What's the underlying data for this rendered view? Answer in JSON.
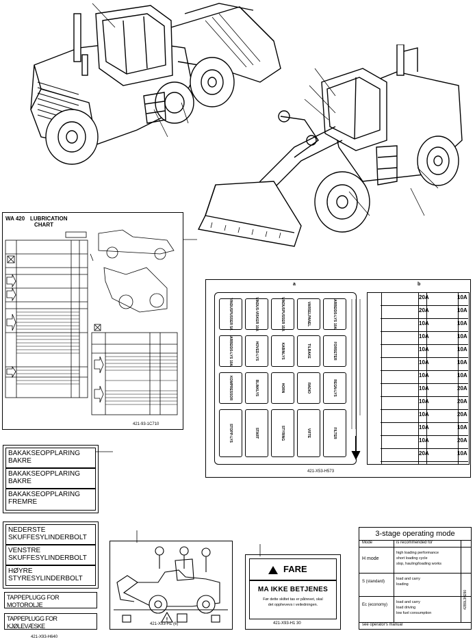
{
  "lubrication_chart": {
    "model": "WA 420",
    "title_line1": "LUBRICATION",
    "title_line2": "CHART",
    "part_no": "421-93-1C710"
  },
  "callout_letters": {
    "a": "a",
    "b": "b"
  },
  "fuse_panel": {
    "part_no": "421-X53-H573",
    "fuse_values": [
      "20A",
      "10A",
      "20A",
      "10A",
      "10A",
      "10A",
      "10A",
      "10A",
      "10A",
      "10A",
      "10A",
      "10A",
      "10A",
      "10A",
      "10A",
      "20A",
      "10A",
      "20A",
      "10A",
      "20A",
      "10A",
      "10A",
      "10A",
      "20A",
      "20A",
      "10A"
    ],
    "relay_labels": [
      "VINDUSPUSSER 5A",
      "VINDUS-VISKER 10A",
      "VINDUSPUSSER 15A",
      "VARSELPANEL",
      "ARBEIDS-LYS 10A",
      "ARBEIDS-LYS 10A",
      "HOVED-LYS",
      "KABINLYS",
      "TILBAKE",
      "FORSETER",
      "KOMPRESSOR",
      "BLINKLYS",
      "HORN",
      "RADIO",
      "REGN-LYS",
      "STOPP-LYS",
      "START",
      "STYRING",
      "VIFTE",
      "FILTER"
    ]
  },
  "decals_no": {
    "group1": [
      "BAKAKSEOPPLARING BAKRE",
      "BAKAKSEOPPLARING BAKRE",
      "BAKAKSEOPPLARING FREMRE"
    ],
    "group2": [
      "NEDERSTE SKUFFESYLINDERBOLT",
      "VENSTRE SKUFFESYLINDERBOLT",
      "HØYRE STYRESYLINDERBOLT"
    ],
    "tap1": "TAPPEPLUGG FOR MOTOROLJE",
    "tap2": "TAPPEPLUGG FOR KJØLEVÆSKE",
    "part_no": "421-X93-H640"
  },
  "loader_decal": {
    "part_no": "421-X93-H1 (6)"
  },
  "fare_decal": {
    "heading": "FARE",
    "line1": "MA IKKE BETJENES",
    "line2": "Før dette skiltet tas er påtrevet, skal",
    "line3": "det opphevevs i veiledningen.",
    "part_no": "421-X93-H1 30"
  },
  "operating_mode": {
    "title": "3-stage operating mode",
    "col_mode": "Mode",
    "col_rec": "is recommended for",
    "rows": [
      {
        "mode": "H mode",
        "rec": [
          "high loading performance",
          "short loading cycle",
          "slop, hauling/loading works"
        ]
      },
      {
        "mode": "S (standard)",
        "rec": [
          "load and carry",
          "loading"
        ]
      },
      {
        "mode": "Ec (economy)",
        "rec": [
          "load and carry",
          "load driving",
          "low fuel consumption"
        ]
      }
    ],
    "footer": "see operator's manual",
    "side_code": "42B9L3H290"
  }
}
